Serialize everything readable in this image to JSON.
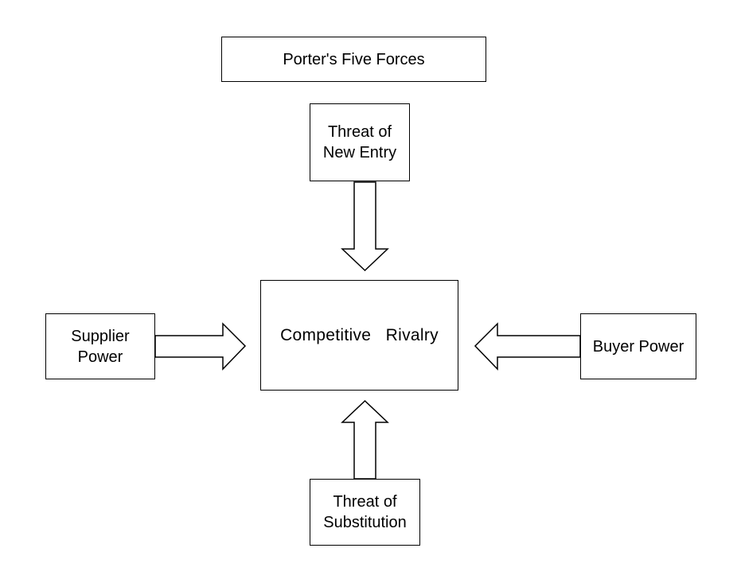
{
  "diagram": {
    "title": "Porter's Five Forces",
    "center": "Competitive   Rivalry",
    "forces": {
      "top": "Threat of\nNew Entry",
      "left": "Supplier\nPower",
      "right": "Buyer Power",
      "bottom": "Threat of\nSubstitution"
    },
    "colors": {
      "stroke": "#000000",
      "fill": "#ffffff"
    }
  }
}
